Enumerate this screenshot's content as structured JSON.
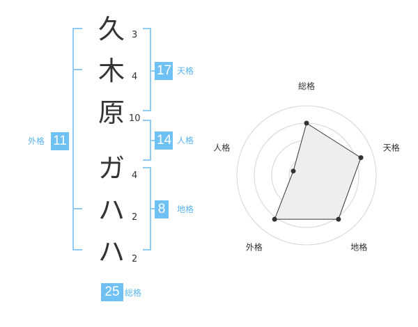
{
  "name": {
    "chars": [
      "久",
      "木",
      "原",
      "ガ",
      "ハ",
      "ハ"
    ],
    "strokes": [
      "3",
      "4",
      "10",
      "4",
      "2",
      "2"
    ]
  },
  "fortunes": {
    "tenkaku": {
      "value": "17",
      "label": "天格"
    },
    "jinkaku": {
      "value": "14",
      "label": "人格"
    },
    "chikaku": {
      "value": "8",
      "label": "地格"
    },
    "gaikaku": {
      "value": "11",
      "label": "外格"
    },
    "soukaku": {
      "value": "25",
      "label": "総格"
    }
  },
  "chart_data": {
    "type": "radar",
    "axes": [
      "総格",
      "天格",
      "地格",
      "外格",
      "人格"
    ],
    "values": [
      0.75,
      0.82,
      0.78,
      0.78,
      0.2
    ],
    "range": [
      0,
      1
    ],
    "rings": 4
  }
}
